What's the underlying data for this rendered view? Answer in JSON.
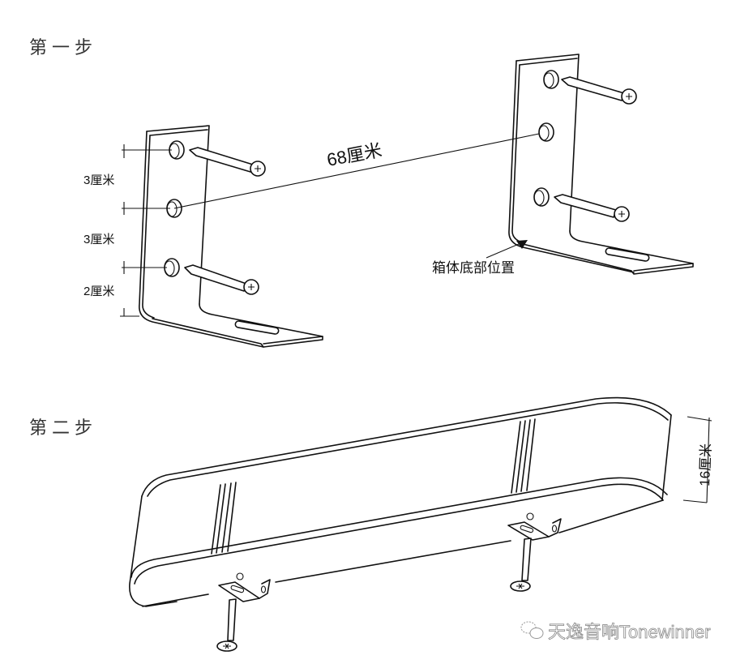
{
  "steps": {
    "step1": "第一步",
    "step2": "第二步"
  },
  "dimensions": {
    "hole_spacing_top": "3厘米",
    "hole_spacing_middle": "3厘米",
    "hole_to_bottom": "2厘米",
    "bracket_distance": "68厘米",
    "speaker_height": "16厘米"
  },
  "annotations": {
    "cabinet_bottom_position": "箱体底部位置"
  },
  "watermark": {
    "text": "天逸音响Tonewinner",
    "icon": "wechat-icon",
    "color": "#888888"
  }
}
